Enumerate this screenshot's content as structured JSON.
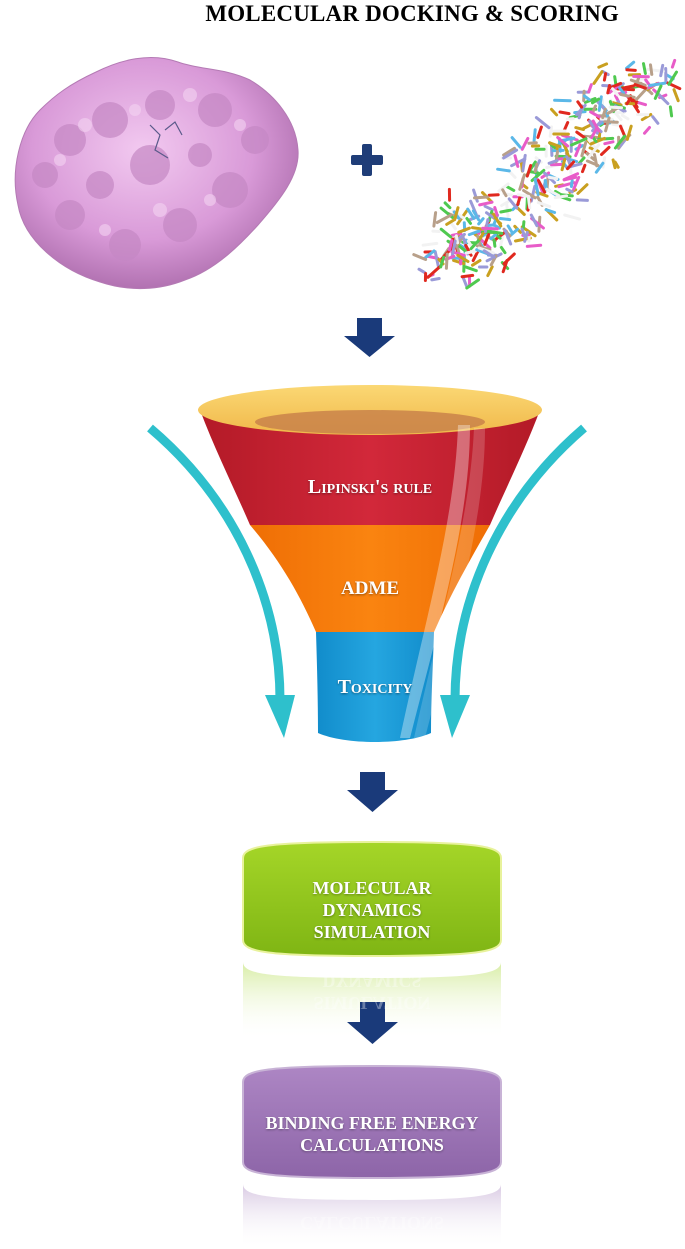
{
  "title": "MOLECULAR DOCKING & SCORING",
  "funnel": {
    "layers": [
      {
        "label": "Lipinski's rule",
        "color": "#c8202f"
      },
      {
        "label": "ADME",
        "color": "#f5780a"
      },
      {
        "label": "Toxicity",
        "color": "#1a9ad6"
      }
    ],
    "rim_color": "#f5c65a"
  },
  "stages": [
    {
      "label": "MOLECULAR DYNAMICS SIMULATION",
      "lines": [
        "MOLECULAR",
        "DYNAMICS",
        "SIMULATION"
      ],
      "color": "#8cc21a"
    },
    {
      "label": "BINDING FREE ENERGY CALCULATIONS",
      "lines": [
        "BINDING FREE ENERGY",
        "CALCULATIONS"
      ],
      "color": "#9b74b4"
    }
  ],
  "colors": {
    "arrow": "#1a3a7a",
    "side_arrow": "#2ec0cc",
    "protein": "#d99ad8",
    "plus": "#1f3d78"
  }
}
